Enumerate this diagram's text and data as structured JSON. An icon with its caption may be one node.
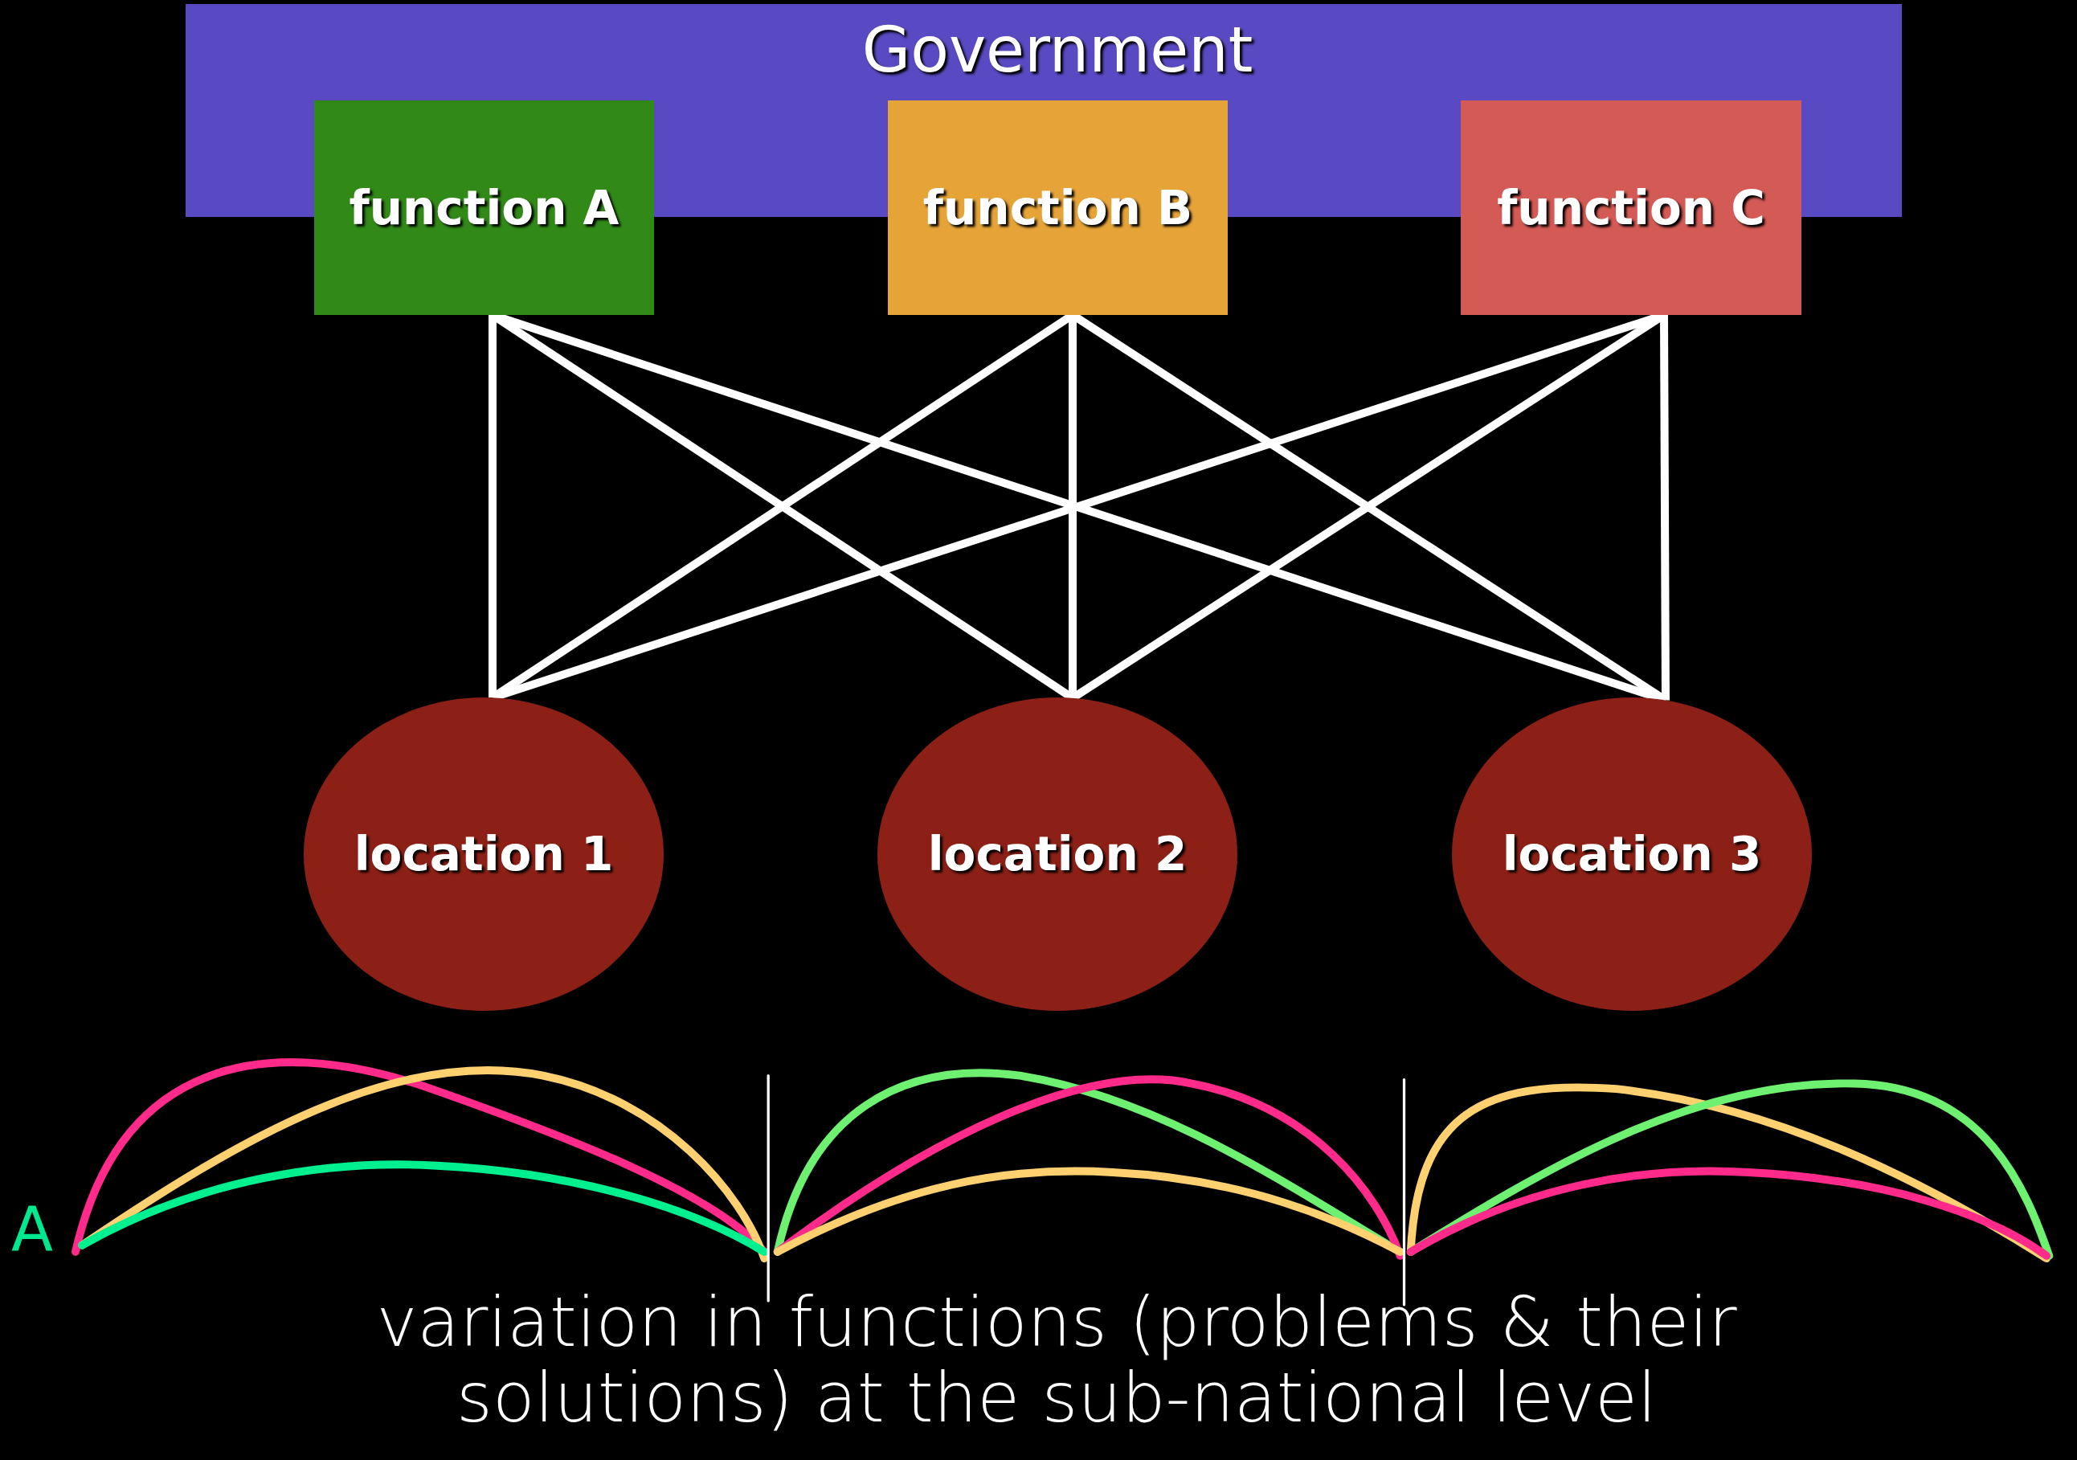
{
  "diagram": {
    "caption": "variation in functions (problems & their solutions) at the sub-national level",
    "nodes": [
      {
        "text": [
          "Government"
        ]
      },
      {
        "text": [
          "function A"
        ]
      },
      {
        "text": [
          "function B"
        ]
      },
      {
        "text": [
          "function C"
        ]
      },
      {
        "text": [
          "location 1"
        ]
      },
      {
        "text": [
          "location 2"
        ]
      },
      {
        "text": [
          "location 3"
        ]
      }
    ],
    "edges": [
      {
        "from": 1,
        "to": 4,
        "arrow": "none"
      },
      {
        "from": 1,
        "to": 5,
        "arrow": "none"
      },
      {
        "from": 1,
        "to": 6,
        "arrow": "none"
      },
      {
        "from": 2,
        "to": 4,
        "arrow": "none"
      },
      {
        "from": 2,
        "to": 5,
        "arrow": "none"
      },
      {
        "from": 2,
        "to": 6,
        "arrow": "none"
      },
      {
        "from": 3,
        "to": 4,
        "arrow": "none"
      },
      {
        "from": 3,
        "to": 5,
        "arrow": "none"
      },
      {
        "from": 3,
        "to": 6,
        "arrow": "none"
      }
    ],
    "labels": [
      "A"
    ]
  }
}
